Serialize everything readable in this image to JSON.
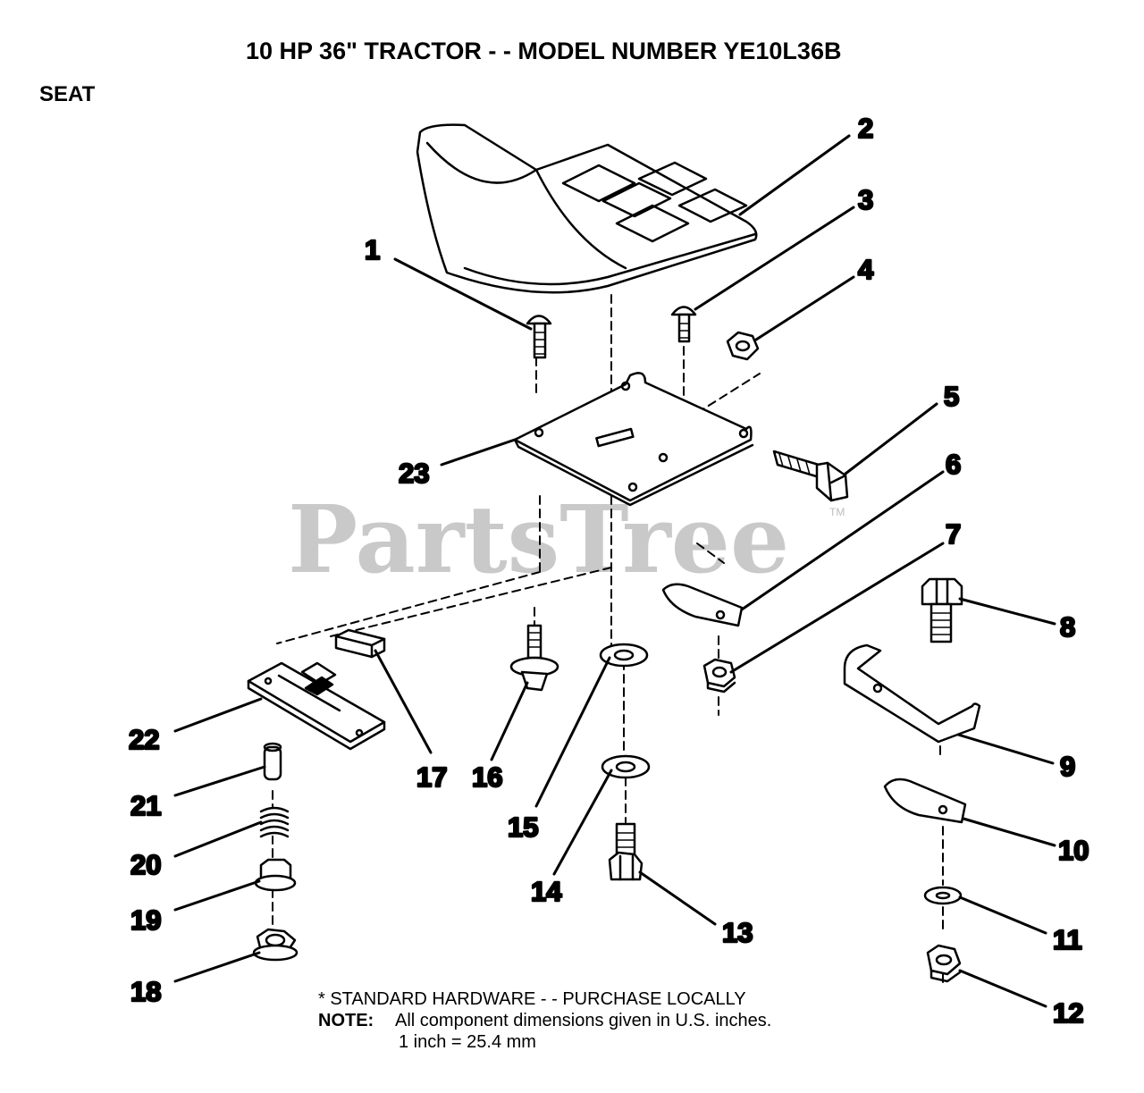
{
  "header": {
    "title": "10 HP 36\" TRACTOR - - MODEL NUMBER YE10L36B",
    "section": "SEAT"
  },
  "watermark": {
    "text": "PartsTree",
    "mark": "TM"
  },
  "callouts": [
    "1",
    "2",
    "3",
    "4",
    "5",
    "6",
    "7",
    "8",
    "9",
    "10",
    "11",
    "12",
    "13",
    "14",
    "15",
    "16",
    "17",
    "18",
    "19",
    "20",
    "21",
    "22",
    "23"
  ],
  "notes": {
    "standard_hardware": "* STANDARD HARDWARE - - PURCHASE LOCALLY",
    "note_label": "NOTE:",
    "note_text": "All component dimensions given in U.S. inches.",
    "conversion": "1 inch = 25.4 mm"
  }
}
